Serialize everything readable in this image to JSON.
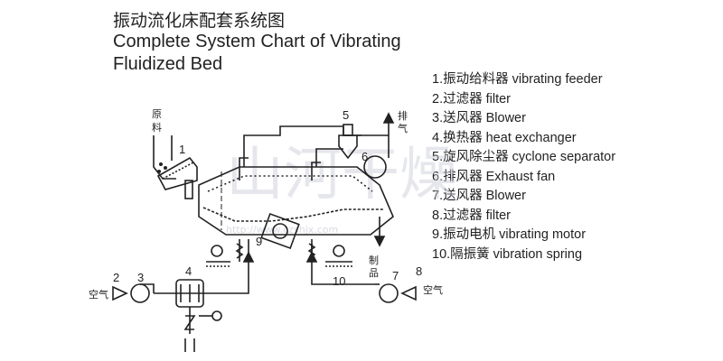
{
  "title_zh": "振动流化床配套系统图",
  "title_en": "Complete System Chart of Vibrating Fluidized Bed",
  "legend": [
    {
      "label": "1.振动给料器  vibrating feeder"
    },
    {
      "label": "2.过滤器  filter"
    },
    {
      "label": "3.送风器  Blower"
    },
    {
      "label": "4.换热器  heat exchanger"
    },
    {
      "label": "5.旋风除尘器  cyclone separator"
    },
    {
      "label": "6.排风器  Exhaust fan"
    },
    {
      "label": "7.送风器  Blower"
    },
    {
      "label": "8.过滤器  filter"
    },
    {
      "label": "9.振动电机  vibrating motor"
    },
    {
      "label": "10.隔振簧  vibration spring"
    }
  ],
  "diagram": {
    "raw_material_label": "原\n料",
    "exhaust_label": "排\n气",
    "product_label": "制\n品",
    "air_label_left": "空气",
    "air_label_right": "空气",
    "numbers": [
      "1",
      "2",
      "3",
      "4",
      "5",
      "6",
      "7",
      "8",
      "9",
      "10"
    ]
  },
  "watermark": {
    "text": "山河干燥",
    "url": "http://www.czshjx.com"
  }
}
